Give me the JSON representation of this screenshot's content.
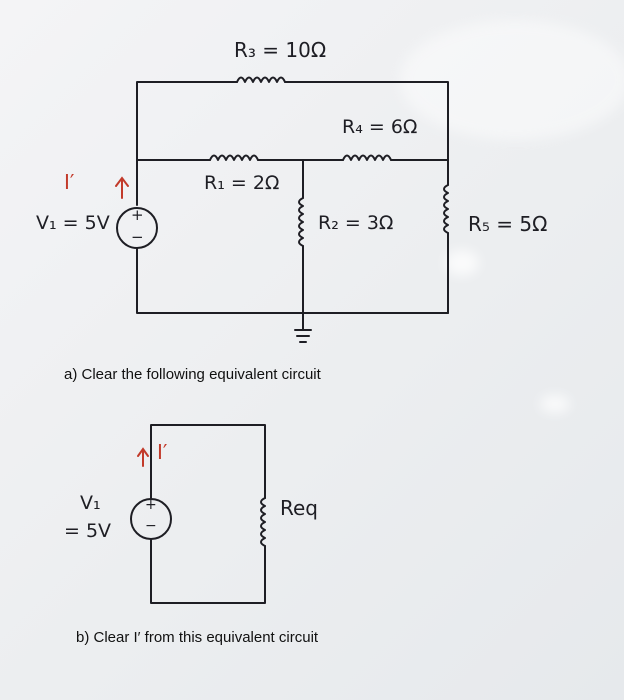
{
  "circuit1": {
    "r3_label": "R₃ = 10Ω",
    "r4_label": "R₄ = 6Ω",
    "r1_label": "R₁ = 2Ω",
    "r2_label": "R₂ = 3Ω",
    "r5_label": "R₅ = 5Ω",
    "v1_label": "V₁ = 5V",
    "current_label": "I′",
    "plus_sign": "+",
    "minus_sign": "−"
  },
  "question_a": "a)  Clear the following equivalent circuit",
  "circuit2": {
    "current_label": "I′",
    "v1_label_line1": "V₁",
    "v1_label_line2": "= 5V",
    "req_label": "Req",
    "plus_sign": "+",
    "minus_sign": "−"
  },
  "question_b": "b)  Clear I′ from this equivalent circuit",
  "colors": {
    "ink": "#1e1e24",
    "red_ink": "#c23a2a"
  }
}
